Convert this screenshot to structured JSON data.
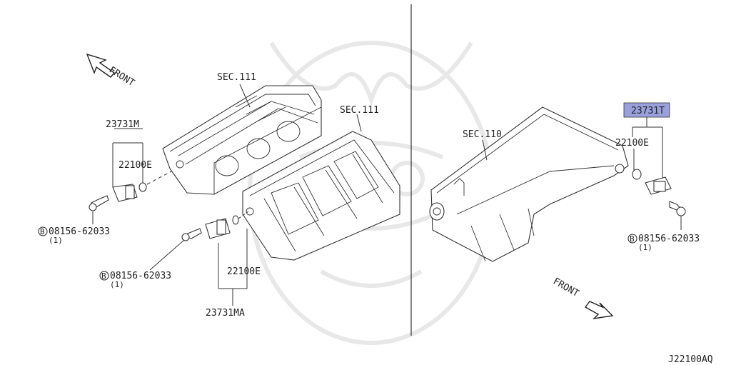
{
  "labels": {
    "sec111_upper": "SEC.111",
    "sec111_lower": "SEC.111",
    "sec110": "SEC.110",
    "front_left": "FRONT",
    "front_right": "FRONT",
    "part_23731M": "23731M",
    "part_22100E_a": "22100E",
    "bolt_left_top": "08156-62033",
    "bolt_left_top_qty": "(1)",
    "bolt_left_bottom": "08156-62033",
    "bolt_left_bottom_qty": "(1)",
    "part_22100E_b": "22100E",
    "part_23731MA": "23731MA",
    "part_23731T": "23731T",
    "part_22100E_c": "22100E",
    "bolt_right": "08156-62033",
    "bolt_right_qty": "(1)",
    "bolt_prefix": "B",
    "diagram_code": "J22100AQ"
  },
  "colors": {
    "highlight": "#9aa0dc"
  }
}
